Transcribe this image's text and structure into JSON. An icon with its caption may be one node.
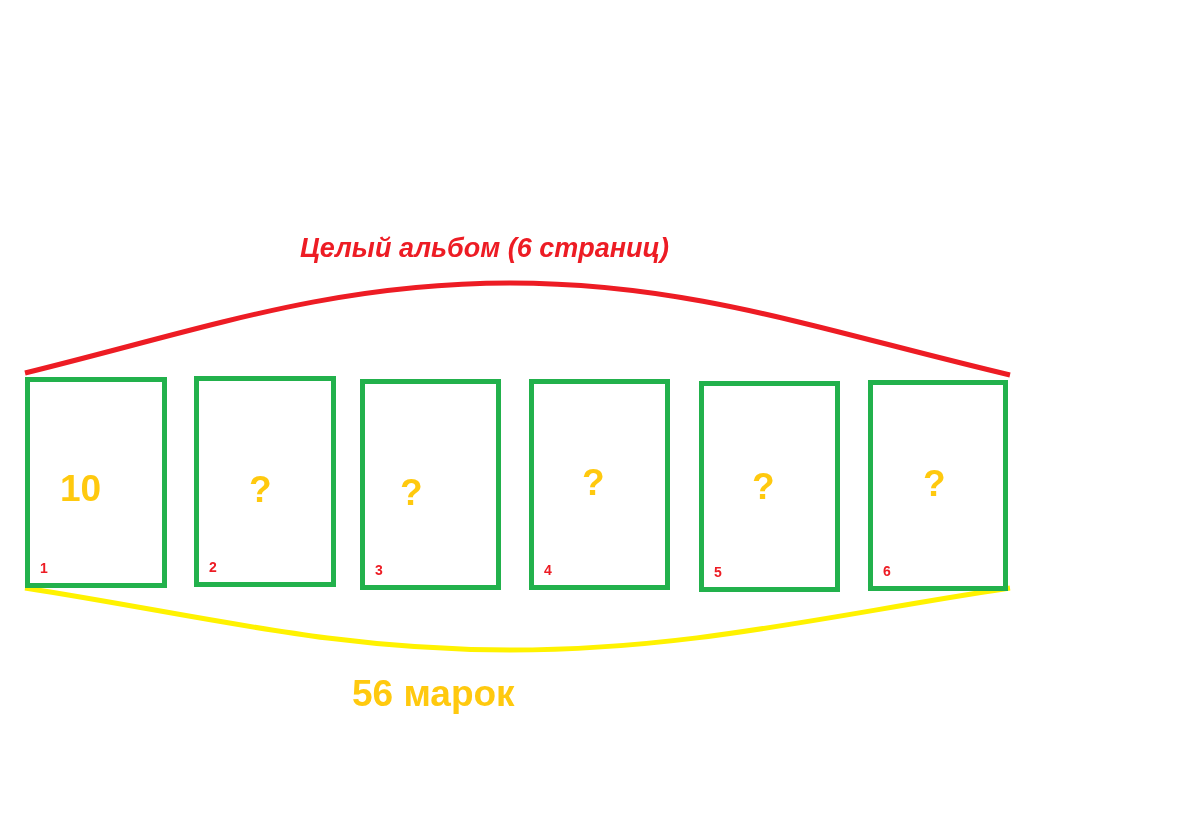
{
  "diagram": {
    "nodes": [
      {
        "text": [
          "10",
          "1"
        ]
      },
      {
        "text": [
          "?",
          "2"
        ]
      },
      {
        "text": [
          "?",
          "3"
        ]
      },
      {
        "text": [
          "?",
          "4"
        ]
      },
      {
        "text": [
          "?",
          "5"
        ]
      },
      {
        "text": [
          "?",
          "6"
        ]
      }
    ],
    "labels": [
      "Целый альбом (6 страниц)",
      "56 марок"
    ]
  }
}
